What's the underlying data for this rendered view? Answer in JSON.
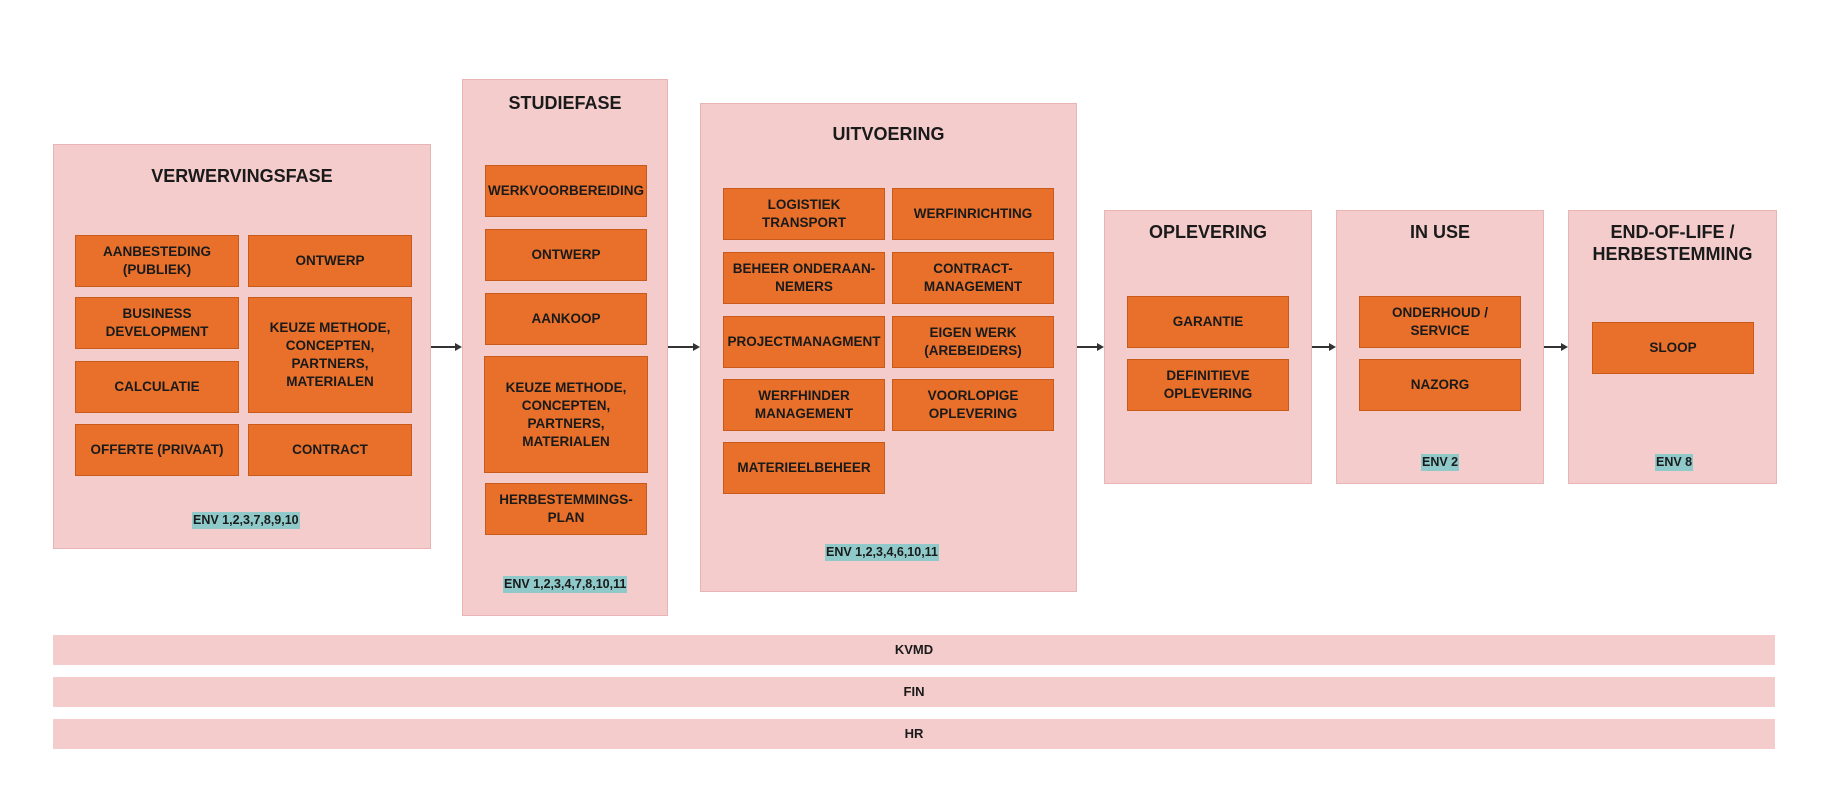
{
  "phases": {
    "verwerving": {
      "title": "VERWERVINGSFASE",
      "items": [
        "AANBESTEDING (PUBLIEK)",
        "ONTWERP",
        "BUSINESS DEVELOPMENT",
        "KEUZE METHODE, CONCEPTEN, PARTNERS, MATERIALEN",
        "CALCULATIE",
        "OFFERTE (PRIVAAT)",
        "CONTRACT"
      ],
      "env": "ENV 1,2,3,7,8,9,10"
    },
    "studie": {
      "title": "STUDIEFASE",
      "items": [
        "WERKVOORBEREIDING",
        "ONTWERP",
        "AANKOOP",
        "KEUZE METHODE, CONCEPTEN, PARTNERS, MATERIALEN",
        "HERBESTEMMINGS-PLAN"
      ],
      "env": "ENV 1,2,3,4,7,8,10,11"
    },
    "uitvoering": {
      "title": "UITVOERING",
      "items": [
        "LOGISTIEK TRANSPORT",
        "WERFINRICHTING",
        "BEHEER ONDERAAN-NEMERS",
        "CONTRACT-MANAGEMENT",
        "PROJECTMANAGMENT",
        "EIGEN WERK (AREBEIDERS)",
        "WERFHINDER MANAGEMENT",
        "VOORLOPIGE OPLEVERING",
        "MATERIEELBEHEER"
      ],
      "env": "ENV 1,2,3,4,6,10,11"
    },
    "oplevering": {
      "title": "OPLEVERING",
      "items": [
        "GARANTIE",
        "DEFINITIEVE OPLEVERING"
      ]
    },
    "inuse": {
      "title": "IN USE",
      "items": [
        "ONDERHOUD / SERVICE",
        "NAZORG"
      ],
      "env": "ENV 2"
    },
    "eol": {
      "title": "END-OF-LIFE / HERBESTEMMING",
      "items": [
        "SLOOP"
      ],
      "env": "ENV 8"
    }
  },
  "bars": [
    "KVMD",
    "FIN",
    "HR"
  ],
  "colors": {
    "phase_bg": "#f4cccc",
    "box": "#e8702a",
    "env": "#8fc9c9"
  }
}
